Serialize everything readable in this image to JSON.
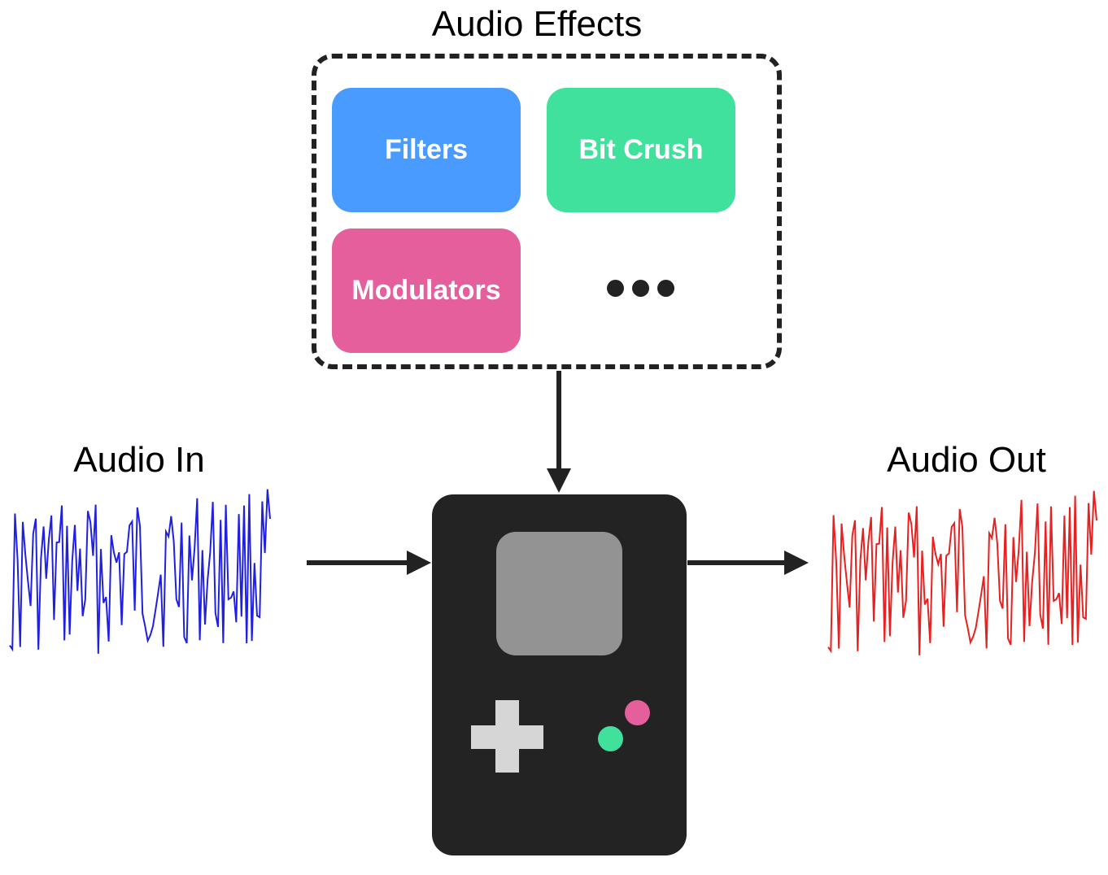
{
  "effects": {
    "title": "Audio Effects",
    "tiles": [
      {
        "label": "Filters",
        "color": "#4a9bff"
      },
      {
        "label": "Bit Crush",
        "color": "#3fe19c"
      },
      {
        "label": "Modulators",
        "color": "#e55f9d"
      }
    ],
    "more_icon": "ellipsis-icon"
  },
  "audio_in": {
    "label": "Audio In",
    "color": "#2020e0"
  },
  "audio_out": {
    "label": "Audio Out",
    "color": "#e82020"
  },
  "device": {
    "icon": "handheld-game-console-icon",
    "screen_color": "#939393",
    "body_color": "#242324",
    "dpad_color": "#d6d6d6",
    "button_a_color": "#e55f9d",
    "button_b_color": "#3fe19c"
  },
  "arrows": {
    "color": "#222222"
  }
}
